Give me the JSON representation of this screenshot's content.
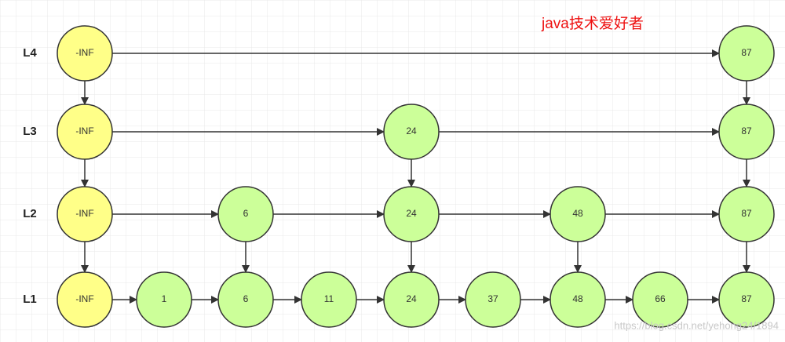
{
  "header": {
    "brand": "java技术爱好者"
  },
  "watermark": "https://blog.csdn.net/yehong24/1894",
  "colors": {
    "head_fill": "#ffff88",
    "node_fill": "#ccff99",
    "stroke": "#333333",
    "grid": "#e8e8e8",
    "brand": "#ee1111",
    "watermark": "#c8c8c8"
  },
  "levels": [
    {
      "label": "L4",
      "nodes": [
        "-INF",
        "87"
      ]
    },
    {
      "label": "L3",
      "nodes": [
        "-INF",
        "24",
        "87"
      ]
    },
    {
      "label": "L2",
      "nodes": [
        "-INF",
        "6",
        "24",
        "48",
        "87"
      ]
    },
    {
      "label": "L1",
      "nodes": [
        "-INF",
        "1",
        "6",
        "11",
        "24",
        "37",
        "48",
        "66",
        "87"
      ]
    }
  ]
}
